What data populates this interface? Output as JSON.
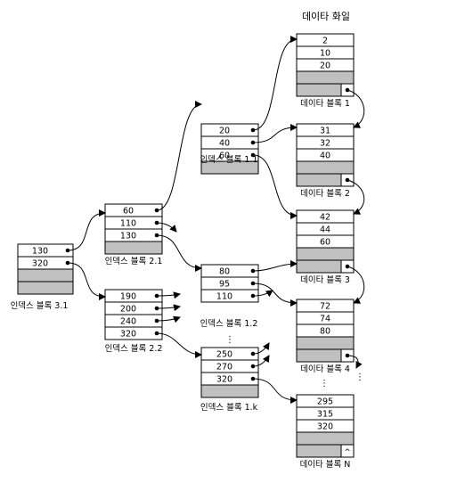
{
  "title": "데이타 화일",
  "colors": {
    "stroke": "#000000",
    "fill": "#ffffff",
    "empty_cell": "#c0c0c0"
  },
  "index_blocks": [
    {
      "id": "b31",
      "label": "인덱스 블록 3.1",
      "keys": [
        "130",
        "320"
      ],
      "empty_rows": 2
    },
    {
      "id": "b21",
      "label": "인덱스 블록 2.1",
      "keys": [
        "60",
        "110",
        "130"
      ],
      "empty_rows": 1
    },
    {
      "id": "b22",
      "label": "인덱스 블록 2.2",
      "keys": [
        "190",
        "200",
        "240",
        "320"
      ],
      "empty_rows": 0
    },
    {
      "id": "b11",
      "label": "인덱스 블록 1.1",
      "keys": [
        "20",
        "40",
        "60"
      ],
      "empty_rows": 1
    },
    {
      "id": "b12",
      "label": "인덱스 블록 1.2",
      "keys": [
        "80",
        "95",
        "110"
      ],
      "empty_rows": 0
    },
    {
      "id": "b1k",
      "label": "인덱스 블록 1.k",
      "keys": [
        "250",
        "270",
        "320"
      ],
      "empty_rows": 1
    }
  ],
  "data_blocks": [
    {
      "id": "d1",
      "label": "데이타 블록 1",
      "records": [
        "2",
        "10",
        "20"
      ]
    },
    {
      "id": "d2",
      "label": "데이타 블록 2",
      "records": [
        "31",
        "32",
        "40"
      ]
    },
    {
      "id": "d3",
      "label": "데이타 블록 3",
      "records": [
        "42",
        "44",
        "60"
      ]
    },
    {
      "id": "d4",
      "label": "데이타 블록 4",
      "records": [
        "72",
        "74",
        "80"
      ]
    },
    {
      "id": "dN",
      "label": "데이타 블록 N",
      "records": [
        "295",
        "315",
        "320"
      ]
    }
  ],
  "last_block_pointer_symbol": "^",
  "ellipsis": "⋮"
}
